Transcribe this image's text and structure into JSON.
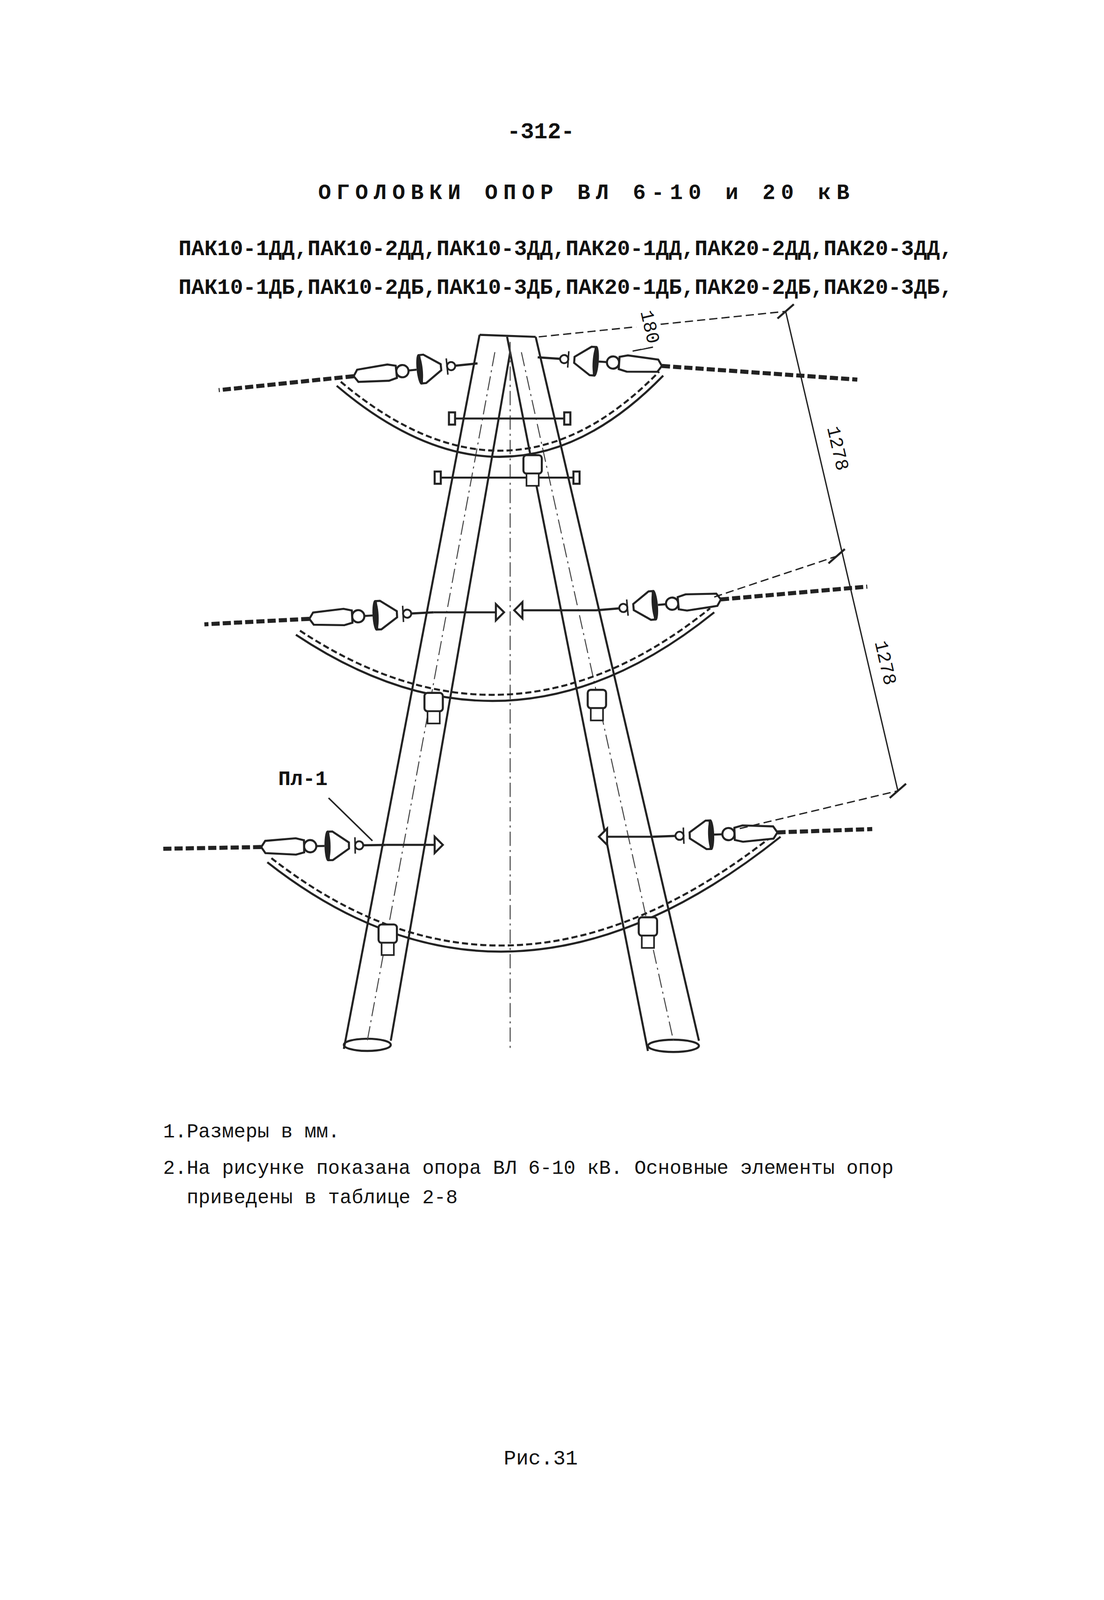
{
  "diagram": {
    "title": "ОГОЛОВКИ ОПОР ВЛ 6-10 и 20 кВ",
    "caption": "Рис.31",
    "labels": [
      "-312-",
      "ПАК10-1ДД,ПАК10-2ДД,ПАК10-3ДД,ПАК20-1ДД,ПАК20-2ДД,ПАК20-3ДД,",
      "ПАК10-1ДБ,ПАК10-2ДБ,ПАК10-3ДБ,ПАК20-1ДБ,ПАК20-2ДБ,ПАК20-3ДБ,",
      "180",
      "1278",
      "1278",
      "Пл-1",
      "1.Размеры в мм.",
      "2.На рисунке показана опора ВЛ 6-10 кВ. Основные элементы опор приведены в таблице 2-8"
    ]
  }
}
